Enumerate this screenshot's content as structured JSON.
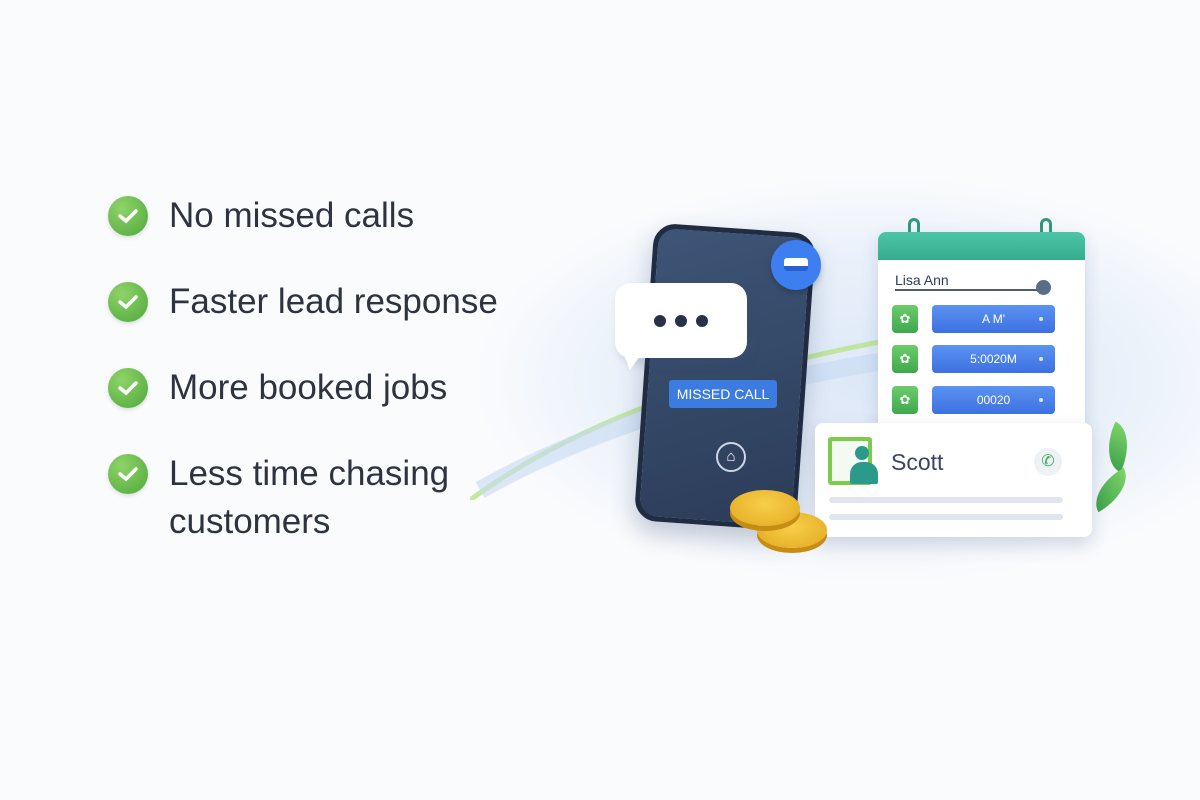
{
  "benefits": [
    {
      "label": "No missed calls",
      "icon": "check-circle-icon"
    },
    {
      "label": "Faster lead response",
      "icon": "check-circle-icon"
    },
    {
      "label": "More booked jobs",
      "icon": "check-circle-icon"
    },
    {
      "label": "Less time chasing customers",
      "icon": "check-circle-icon"
    }
  ],
  "phone": {
    "badge_label": "MISSED CALL"
  },
  "calendar": {
    "name": "Lisa Ann",
    "slots": [
      "A M'",
      "5:0020M",
      "00020"
    ]
  },
  "contact": {
    "name": "Scott"
  },
  "colors": {
    "check": "#4ea83a",
    "accent": "#3c7be0",
    "calendar_header": "#35ad8c",
    "text": "#2d3440"
  }
}
